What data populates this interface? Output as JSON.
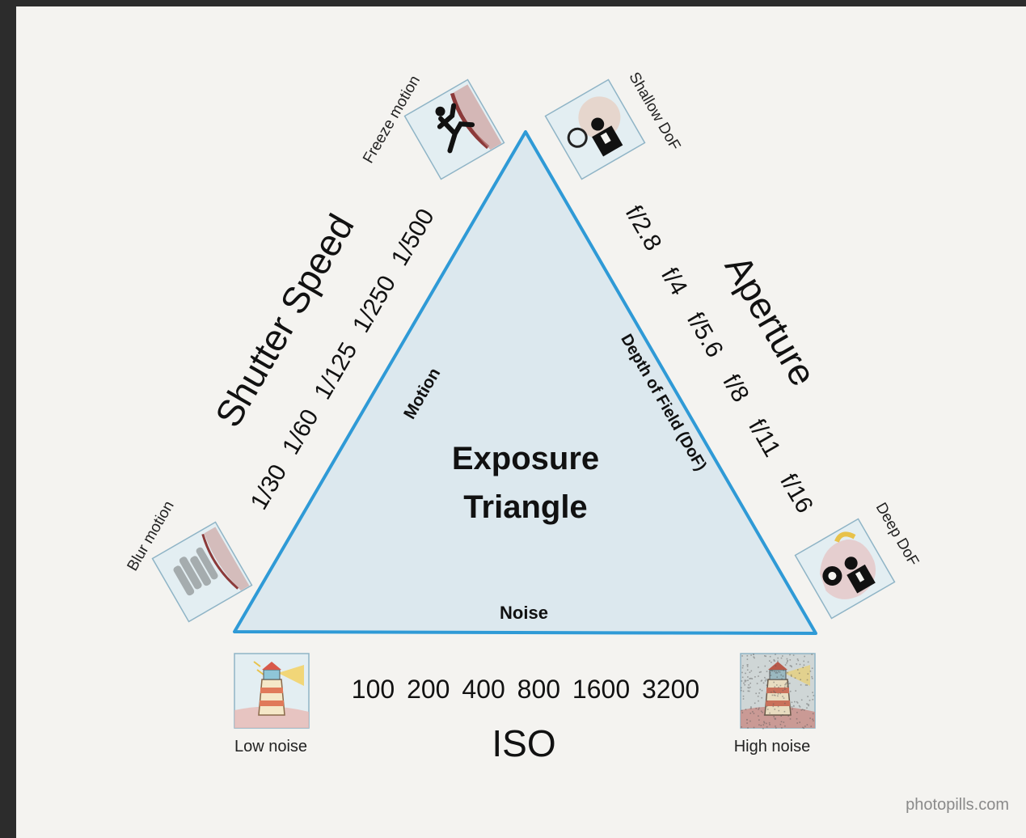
{
  "title": {
    "line1": "Exposure",
    "line2": "Triangle"
  },
  "edges": {
    "left": "Motion",
    "right": "Depth of Field (DoF)",
    "bottom": "Noise"
  },
  "shutter": {
    "label": "Shutter Speed",
    "values": [
      "1/30",
      "1/60",
      "1/125",
      "1/250",
      "1/500"
    ],
    "low_label": "Blur motion",
    "high_label": "Freeze motion"
  },
  "aperture": {
    "label": "Aperture",
    "values": [
      "f/2.8",
      "f/4",
      "f/5.6",
      "f/8",
      "f/11",
      "f/16"
    ],
    "low_label": "Shallow DoF",
    "high_label": "Deep DoF"
  },
  "iso": {
    "label": "ISO",
    "values": [
      "100",
      "200",
      "400",
      "800",
      "1600",
      "3200"
    ],
    "low_label": "Low noise",
    "high_label": "High noise"
  },
  "watermark": "photopills.com",
  "icons": {
    "freeze": "freeze-motion-icon",
    "blur": "blur-motion-icon",
    "shallow": "shallow-dof-icon",
    "deep": "deep-dof-icon",
    "low_noise": "low-noise-icon",
    "high_noise": "high-noise-icon"
  },
  "colors": {
    "triangle_fill": "#dce8ee",
    "triangle_stroke": "#2f9ad6",
    "background": "#f4f3f0",
    "text": "#111111",
    "watermark": "#8a8a8a"
  }
}
